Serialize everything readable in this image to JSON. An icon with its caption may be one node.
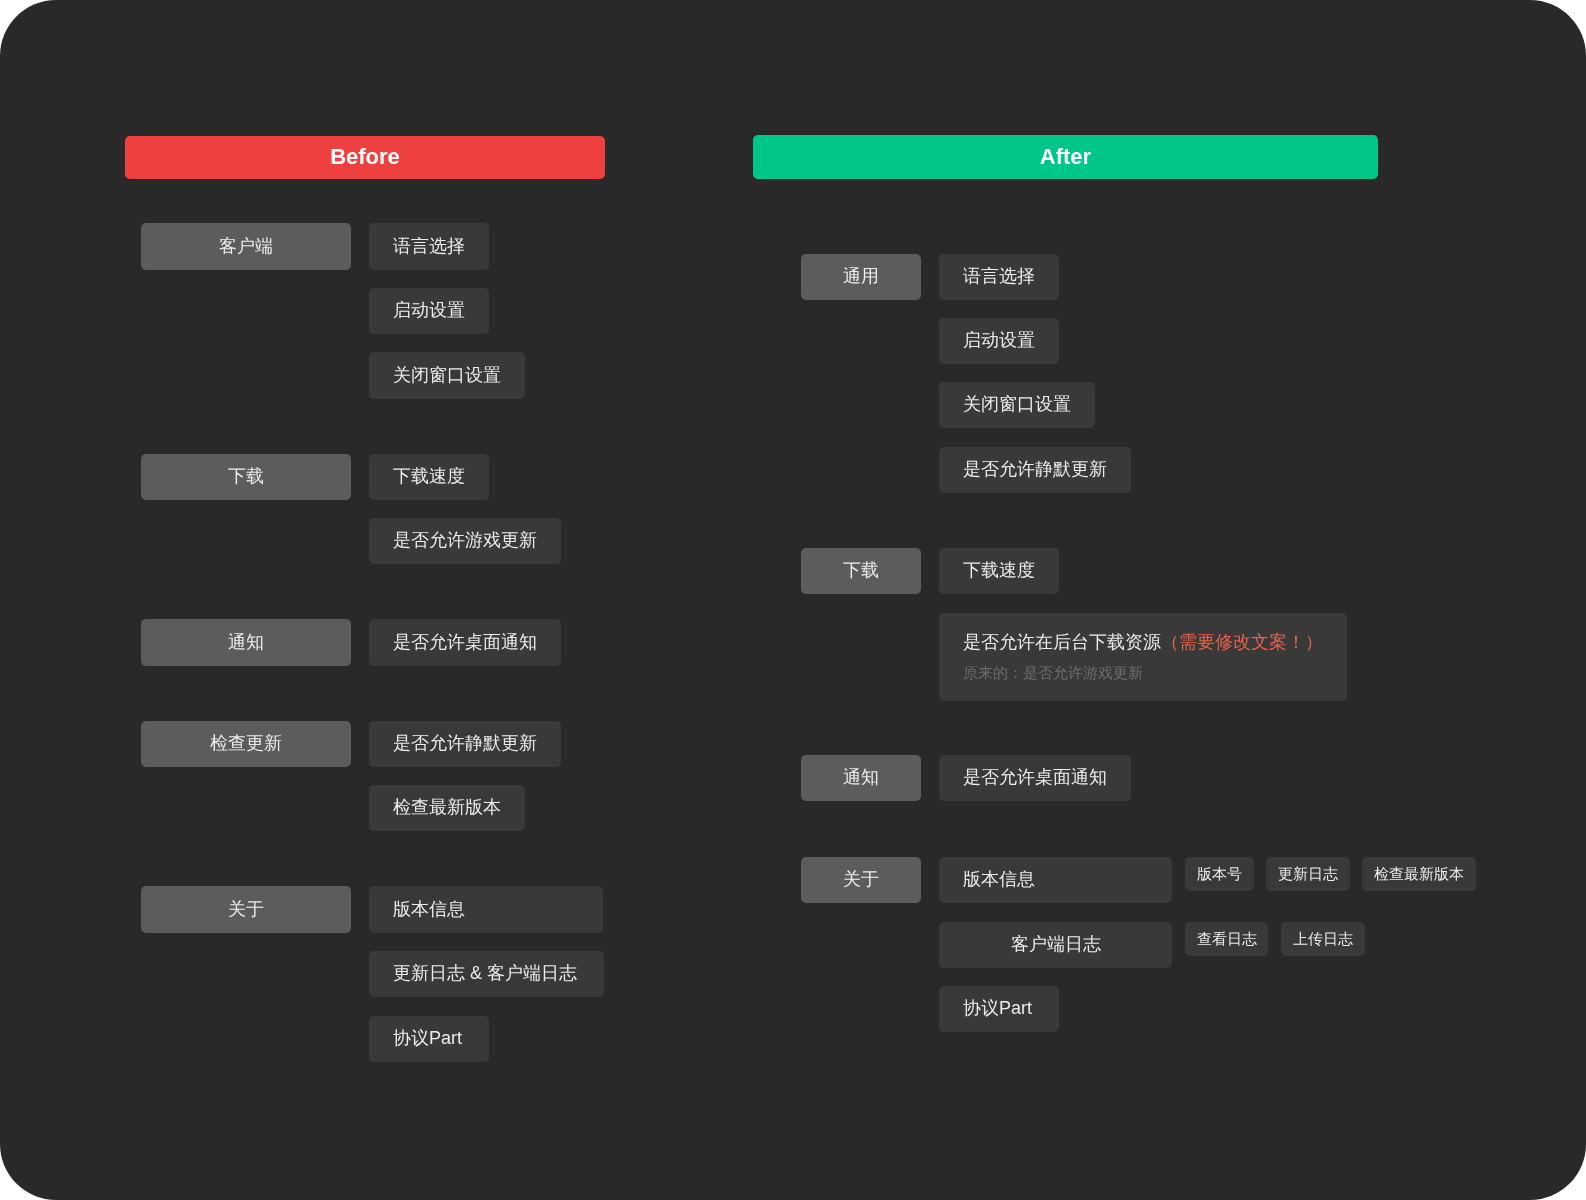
{
  "diagram": {
    "nodes": [
      {
        "text": [
          "Before"
        ]
      },
      {
        "text": [
          "客户端"
        ]
      },
      {
        "text": [
          "语言选择"
        ]
      },
      {
        "text": [
          "启动设置"
        ]
      },
      {
        "text": [
          "关闭窗口设置"
        ]
      },
      {
        "text": [
          "下载"
        ]
      },
      {
        "text": [
          "下载速度"
        ]
      },
      {
        "text": [
          "是否允许游戏更新"
        ]
      },
      {
        "text": [
          "通知"
        ]
      },
      {
        "text": [
          "是否允许桌面通知"
        ]
      },
      {
        "text": [
          "检查更新"
        ]
      },
      {
        "text": [
          "是否允许静默更新"
        ]
      },
      {
        "text": [
          "检查最新版本"
        ]
      },
      {
        "text": [
          "关于"
        ]
      },
      {
        "text": [
          "版本信息"
        ]
      },
      {
        "text": [
          "更新日志 & 客户端日志"
        ]
      },
      {
        "text": [
          "协议Part"
        ]
      },
      {
        "text": [
          "After"
        ]
      },
      {
        "text": [
          "通用"
        ]
      },
      {
        "text": [
          "语言选择"
        ]
      },
      {
        "text": [
          "启动设置"
        ]
      },
      {
        "text": [
          "关闭窗口设置"
        ]
      },
      {
        "text": [
          "是否允许静默更新"
        ]
      },
      {
        "text": [
          "下载"
        ]
      },
      {
        "text": [
          "下载速度"
        ]
      },
      {
        "text": [
          "是否允许在后台下载资源",
          "（需要修改文案！）",
          "原来的：是否允许游戏更新"
        ]
      },
      {
        "text": [
          "通知"
        ]
      },
      {
        "text": [
          "是否允许桌面通知"
        ]
      },
      {
        "text": [
          "关于"
        ]
      },
      {
        "text": [
          "版本信息"
        ]
      },
      {
        "text": [
          "版本号"
        ]
      },
      {
        "text": [
          "更新日志"
        ]
      },
      {
        "text": [
          "检查最新版本"
        ]
      },
      {
        "text": [
          "客户端日志"
        ]
      },
      {
        "text": [
          "查看日志"
        ]
      },
      {
        "text": [
          "上传日志"
        ]
      },
      {
        "text": [
          "协议Part"
        ]
      }
    ]
  }
}
